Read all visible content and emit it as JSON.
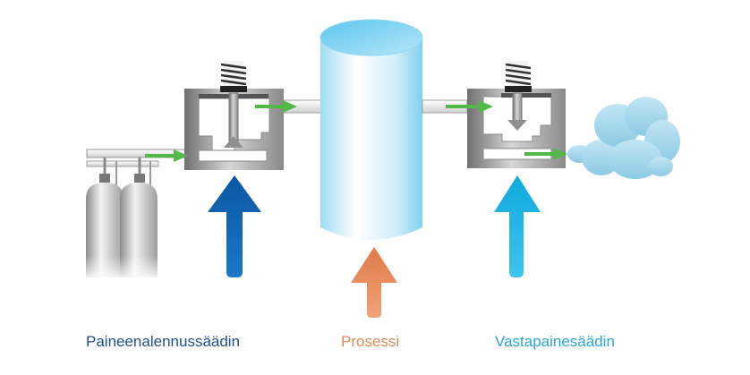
{
  "labels": {
    "pressure_reducing_regulator": "Paineenalennussäädin",
    "process": "Prosessi",
    "back_pressure_regulator": "Vastapainesäädin"
  },
  "colors": {
    "pressure_reducing": "#1f4f8f",
    "process": "#e0895a",
    "back_pressure": "#2aa6d6",
    "flow_arrow": "#52b848",
    "big_arrow_left": "#0f64b0",
    "big_arrow_mid": "#e4895a",
    "big_arrow_right": "#19b6e6",
    "regulator_body": "#9b9b9b",
    "vessel": "#c7ecf8",
    "cloud": "#a7d7ec"
  },
  "icons": {
    "gas_cylinders": "gas-cylinder-icon",
    "regulators": "pressure-regulator-icon",
    "process_vessel": "process-vessel-icon",
    "exhaust": "gas-cloud-icon"
  }
}
